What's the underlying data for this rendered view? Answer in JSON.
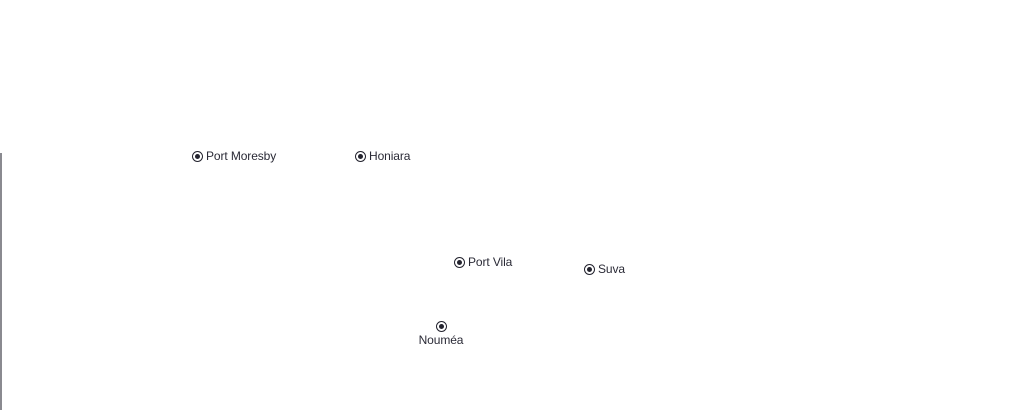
{
  "map": {
    "cities": [
      {
        "id": "port-moresby",
        "name": "Port Moresby"
      },
      {
        "id": "honiara",
        "name": "Honiara"
      },
      {
        "id": "port-vila",
        "name": "Port Vila"
      },
      {
        "id": "suva",
        "name": "Suva"
      },
      {
        "id": "noumea",
        "name": "Nouméa"
      }
    ]
  }
}
